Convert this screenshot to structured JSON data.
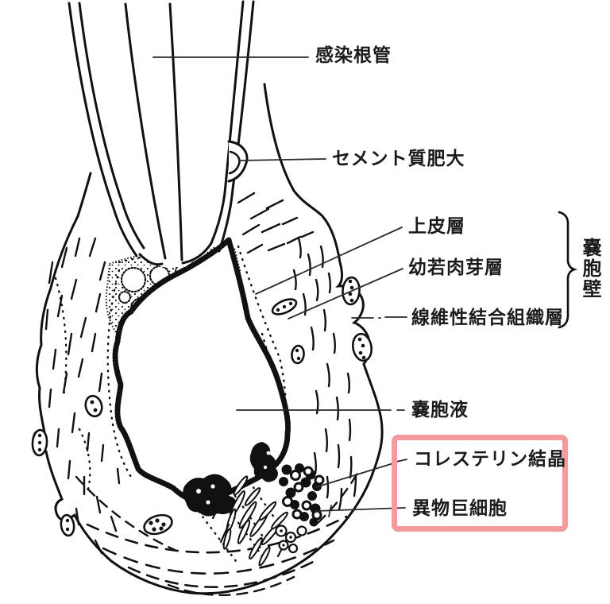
{
  "labels": {
    "infected_root_canal": "感染根管",
    "cementum_hypertrophy": "セメント質肥大",
    "epithelial_layer": "上皮層",
    "immature_granulation_layer": "幼若肉芽層",
    "fibrous_connective_tissue_layer": "線維性結合組織層",
    "cyst_wall": "嚢胞壁",
    "cyst_fluid": "嚢胞液",
    "cholesterol_crystals": "コレステリン結晶",
    "foreign_body_giant_cells": "異物巨細胞"
  },
  "highlight": {
    "color": "#f59b9e",
    "enclosed_labels": [
      "コレステリン結晶",
      "異物巨細胞"
    ]
  },
  "ink_color": "#111111"
}
